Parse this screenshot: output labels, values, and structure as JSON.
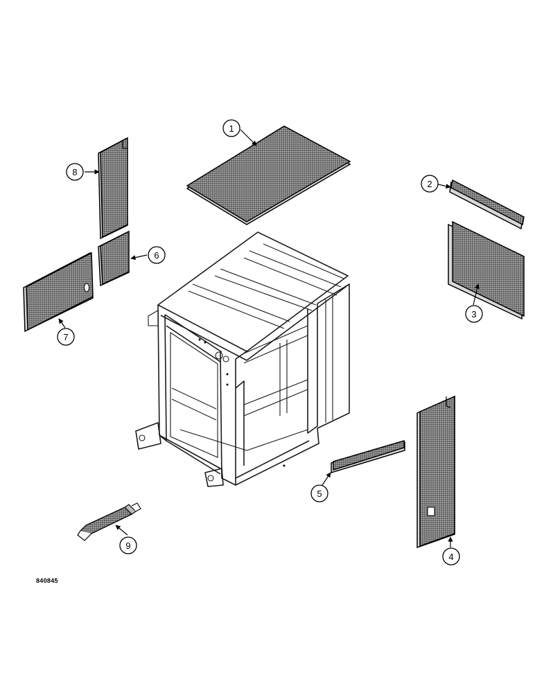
{
  "figure_id": "840845",
  "callouts": [
    {
      "number": "1"
    },
    {
      "number": "2"
    },
    {
      "number": "3"
    },
    {
      "number": "4"
    },
    {
      "number": "5"
    },
    {
      "number": "6"
    },
    {
      "number": "7"
    },
    {
      "number": "8"
    },
    {
      "number": "9"
    }
  ]
}
